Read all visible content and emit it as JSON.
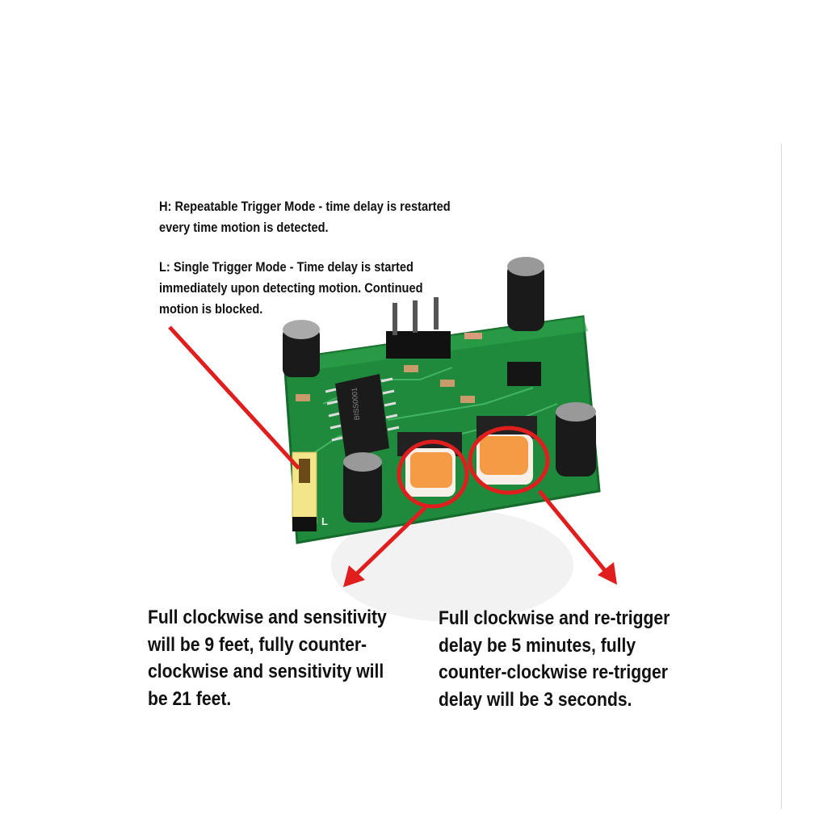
{
  "annotations": {
    "trigger_mode": {
      "h_lines": [
        "H: Repeatable Trigger Mode - time delay is restarted",
        "every time motion is detected."
      ],
      "l_lines": [
        "L: Single Trigger Mode - Time delay is started",
        "immediately upon detecting motion.  Continued",
        "motion is blocked."
      ]
    },
    "sensitivity": {
      "lines": [
        "Full clockwise and sensitivity",
        "will be 9 feet, fully counter-",
        "clockwise and sensitivity will",
        "be 21 feet."
      ]
    },
    "time_delay": {
      "lines": [
        "Full clockwise and re-trigger",
        "delay be 5 minutes, fully",
        "counter-clockwise re-trigger",
        "delay will be 3 seconds."
      ]
    }
  },
  "photo": {
    "chip_label": "BISS0001",
    "jumper_label": "L",
    "colors": {
      "pcb": "#1f8a3c",
      "potentiometer": "#f59a45",
      "annotation": "#e01e1e",
      "jumper": "#f3e58a"
    }
  }
}
